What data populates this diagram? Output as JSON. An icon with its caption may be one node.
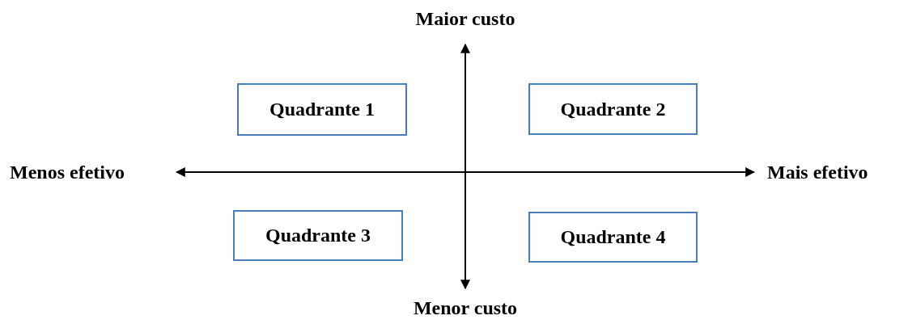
{
  "diagram": {
    "nodes": [
      {
        "text": [
          "Quadrante 1"
        ]
      },
      {
        "text": [
          "Quadrante 2"
        ]
      },
      {
        "text": [
          "Quadrante 3"
        ]
      },
      {
        "text": [
          "Quadrante 4"
        ]
      }
    ],
    "edges": [],
    "labels": [
      "Maior custo",
      "Menos efetivo",
      "Mais efetivo",
      "Menor custo"
    ]
  }
}
